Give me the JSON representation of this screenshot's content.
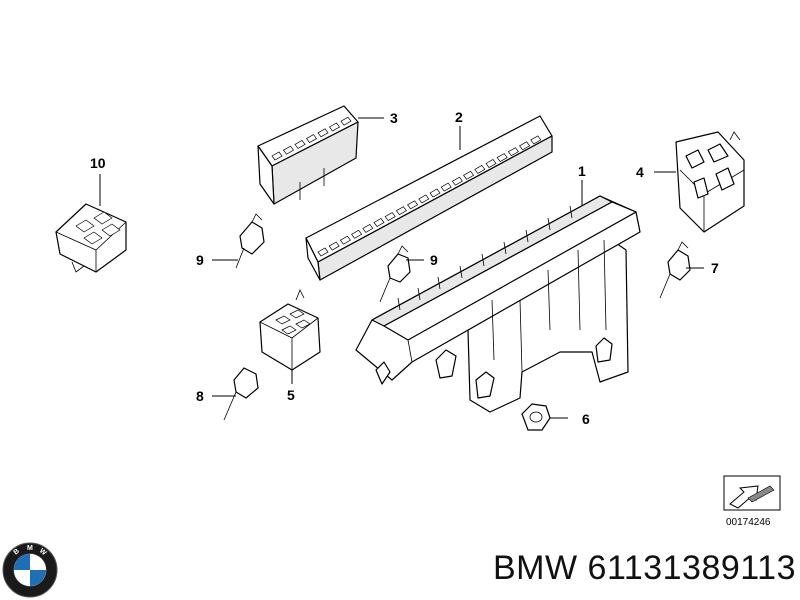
{
  "callouts": {
    "c1": "1",
    "c2": "2",
    "c3": "3",
    "c4": "4",
    "c5": "5",
    "c6": "6",
    "c7": "7",
    "c8": "8",
    "c9a": "9",
    "c9b": "9",
    "c10": "10"
  },
  "reference_code": "00174246",
  "caption": {
    "brand": "BMW",
    "part_number": "61131389113"
  },
  "logo": {
    "letter_b": "B",
    "letter_m": "M",
    "letter_w": "W",
    "colors": {
      "ring": "#1a1a1a",
      "blue": "#1f6fb5",
      "white": "#ffffff"
    }
  }
}
